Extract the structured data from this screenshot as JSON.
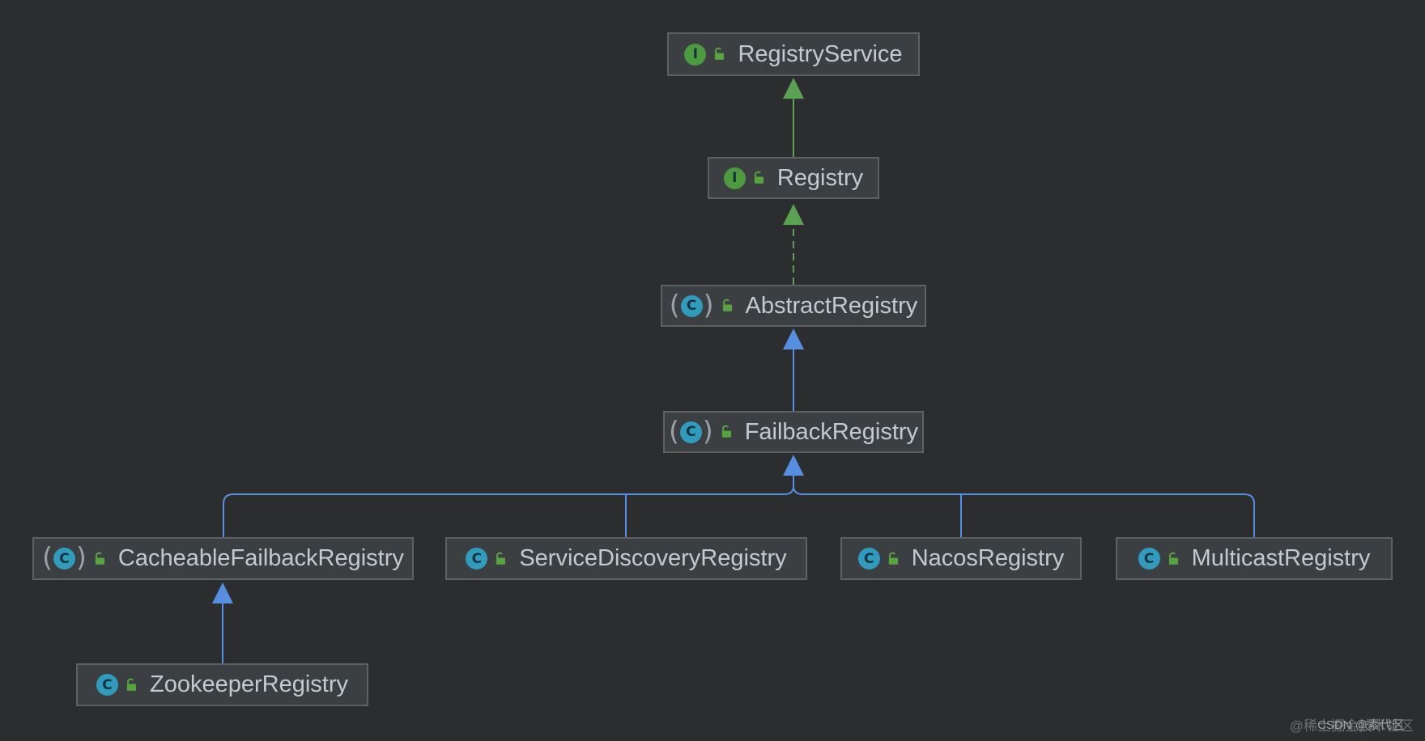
{
  "diagram": {
    "type": "uml-class-hierarchy",
    "tool_look": "IntelliJ IDEA Darcula diagram view",
    "parens": {
      "open": "(",
      "close": ")"
    },
    "nodes": [
      {
        "id": "registry-service",
        "label": "RegistryService",
        "kind": "interface",
        "icon": "interface-icon",
        "icon_letter": "I",
        "modifier": "open-lock"
      },
      {
        "id": "registry",
        "label": "Registry",
        "kind": "interface",
        "icon": "interface-icon",
        "icon_letter": "I",
        "modifier": "open-lock"
      },
      {
        "id": "abstract-registry",
        "label": "AbstractRegistry",
        "kind": "abstract-class",
        "icon": "abstract-class-icon",
        "icon_letter": "C",
        "modifier": "open-lock"
      },
      {
        "id": "failback-registry",
        "label": "FailbackRegistry",
        "kind": "abstract-class",
        "icon": "abstract-class-icon",
        "icon_letter": "C",
        "modifier": "open-lock"
      },
      {
        "id": "cacheable-failback-registry",
        "label": "CacheableFailbackRegistry",
        "kind": "abstract-class",
        "icon": "abstract-class-icon",
        "icon_letter": "C",
        "modifier": "open-lock"
      },
      {
        "id": "service-discovery-registry",
        "label": "ServiceDiscoveryRegistry",
        "kind": "class",
        "icon": "class-icon",
        "icon_letter": "C",
        "modifier": "open-lock"
      },
      {
        "id": "nacos-registry",
        "label": "NacosRegistry",
        "kind": "class",
        "icon": "class-icon",
        "icon_letter": "C",
        "modifier": "open-lock"
      },
      {
        "id": "multicast-registry",
        "label": "MulticastRegistry",
        "kind": "class",
        "icon": "class-icon",
        "icon_letter": "C",
        "modifier": "open-lock"
      },
      {
        "id": "zookeeper-registry",
        "label": "ZookeeperRegistry",
        "kind": "class",
        "icon": "class-icon",
        "icon_letter": "C",
        "modifier": "open-lock"
      }
    ],
    "edges": [
      {
        "from": "Registry",
        "to": "RegistryService",
        "relation": "extends",
        "style": "solid",
        "color": "green"
      },
      {
        "from": "AbstractRegistry",
        "to": "Registry",
        "relation": "implements",
        "style": "dashed",
        "color": "green"
      },
      {
        "from": "FailbackRegistry",
        "to": "AbstractRegistry",
        "relation": "extends",
        "style": "solid",
        "color": "blue"
      },
      {
        "from": "CacheableFailbackRegistry",
        "to": "FailbackRegistry",
        "relation": "extends",
        "style": "solid",
        "color": "blue"
      },
      {
        "from": "ServiceDiscoveryRegistry",
        "to": "FailbackRegistry",
        "relation": "extends",
        "style": "solid",
        "color": "blue"
      },
      {
        "from": "NacosRegistry",
        "to": "FailbackRegistry",
        "relation": "extends",
        "style": "solid",
        "color": "blue"
      },
      {
        "from": "MulticastRegistry",
        "to": "FailbackRegistry",
        "relation": "extends",
        "style": "solid",
        "color": "blue"
      },
      {
        "from": "ZookeeperRegistry",
        "to": "CacheableFailbackRegistry",
        "relation": "extends",
        "style": "solid",
        "color": "blue"
      }
    ],
    "watermarks": [
      {
        "text": "@稀土掘金技术社区"
      },
      {
        "text": "CSDN @素代区"
      }
    ],
    "colors": {
      "bg": "#2b2d2e",
      "node_bg": "#3c3f41",
      "node_border": "#5d6163",
      "text": "#c1cad3",
      "green": "#5aa152",
      "blue": "#568ee2",
      "icon_interface": "#4c9b41",
      "icon_class": "#2f9cbe",
      "icon_letter": "#13323a",
      "lock": "#57a33e",
      "paren": "#9ba1a6",
      "watermark": "#9aa0a5"
    }
  }
}
